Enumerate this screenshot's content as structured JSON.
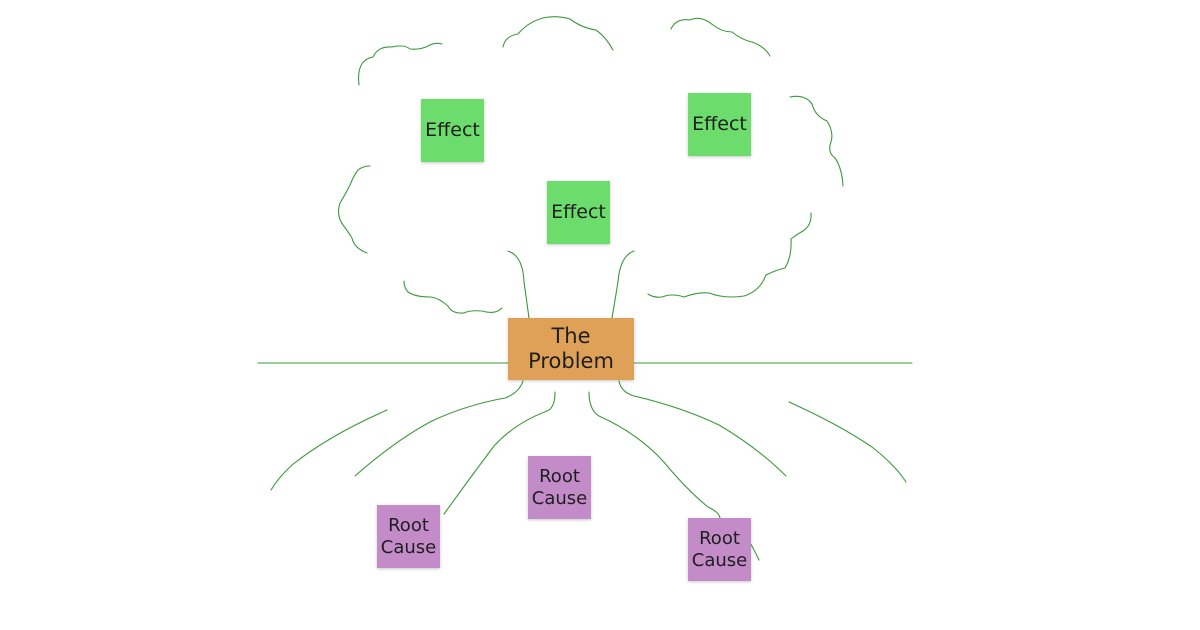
{
  "colors": {
    "effect": "#6cdd6c",
    "problem": "#dfa158",
    "cause": "#c48bc9",
    "lines": "#3a9a3a"
  },
  "diagram": {
    "problem": {
      "label": "The\nProblem"
    },
    "effects": [
      {
        "label": "Effect"
      },
      {
        "label": "Effect"
      },
      {
        "label": "Effect"
      }
    ],
    "causes": [
      {
        "label": "Root\nCause"
      },
      {
        "label": "Root\nCause"
      },
      {
        "label": "Root\nCause"
      }
    ]
  }
}
